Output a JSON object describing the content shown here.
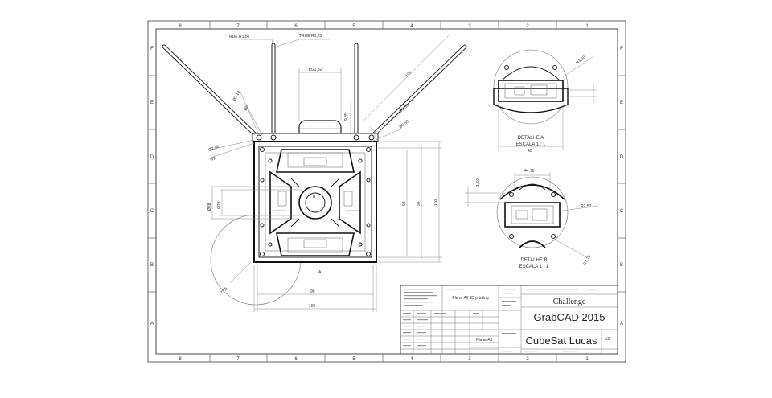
{
  "border": {
    "col_labels_top": [
      "8",
      "7",
      "6",
      "5",
      "4",
      "3",
      "2",
      "1"
    ],
    "col_labels_bottom": [
      "8",
      "7",
      "6",
      "5",
      "4",
      "3",
      "2",
      "1"
    ],
    "row_labels_left": [
      "F",
      "E",
      "D",
      "C",
      "B",
      "A"
    ],
    "row_labels_right": [
      "F",
      "E",
      "D",
      "C",
      "B",
      "A"
    ]
  },
  "main_view": {
    "dimensions": {
      "true_r1": "TRUE R1,50",
      "true_r2": "TRUE R1,25",
      "dia_top": "Ø21,32",
      "dim_106": "106",
      "dia_2_10": "Ø2,10",
      "dia_5": "Ø5",
      "dim_9_35": "9,35",
      "dia_3_50a": "Ø3,50",
      "dia_3_50b": "Ø3,50",
      "dia_2_50": "Ø2,50",
      "dia_2": "Ø2",
      "dia_28": "Ø28",
      "dia_25": "Ø25",
      "dim_98": "98",
      "dim_94": "94",
      "dim_100_v": "100",
      "dim_96": "96",
      "dim_100_h": "100",
      "dim_77": "77,5",
      "label_a": "A",
      "label_b": "B"
    }
  },
  "detail_a": {
    "radius": "R3,50",
    "dim_40": "40",
    "label_line1": "DETALHE A",
    "label_line2": "ESCALA 1 : 1"
  },
  "detail_b": {
    "dim_width": "44,70",
    "dim_left": "1,50",
    "radius": "R2,50",
    "radius2": "R7,75",
    "label_line1": "DETALHE B",
    "label_line2": "ESCALA 1 : 1"
  },
  "title_block": {
    "note_center": "Pla ar All 3D printing",
    "note_bottom": "Pla ar All",
    "challenge": "Challenge",
    "event": "GrabCAD 2015",
    "title": "CubeSat Lucas",
    "size": "A3"
  }
}
